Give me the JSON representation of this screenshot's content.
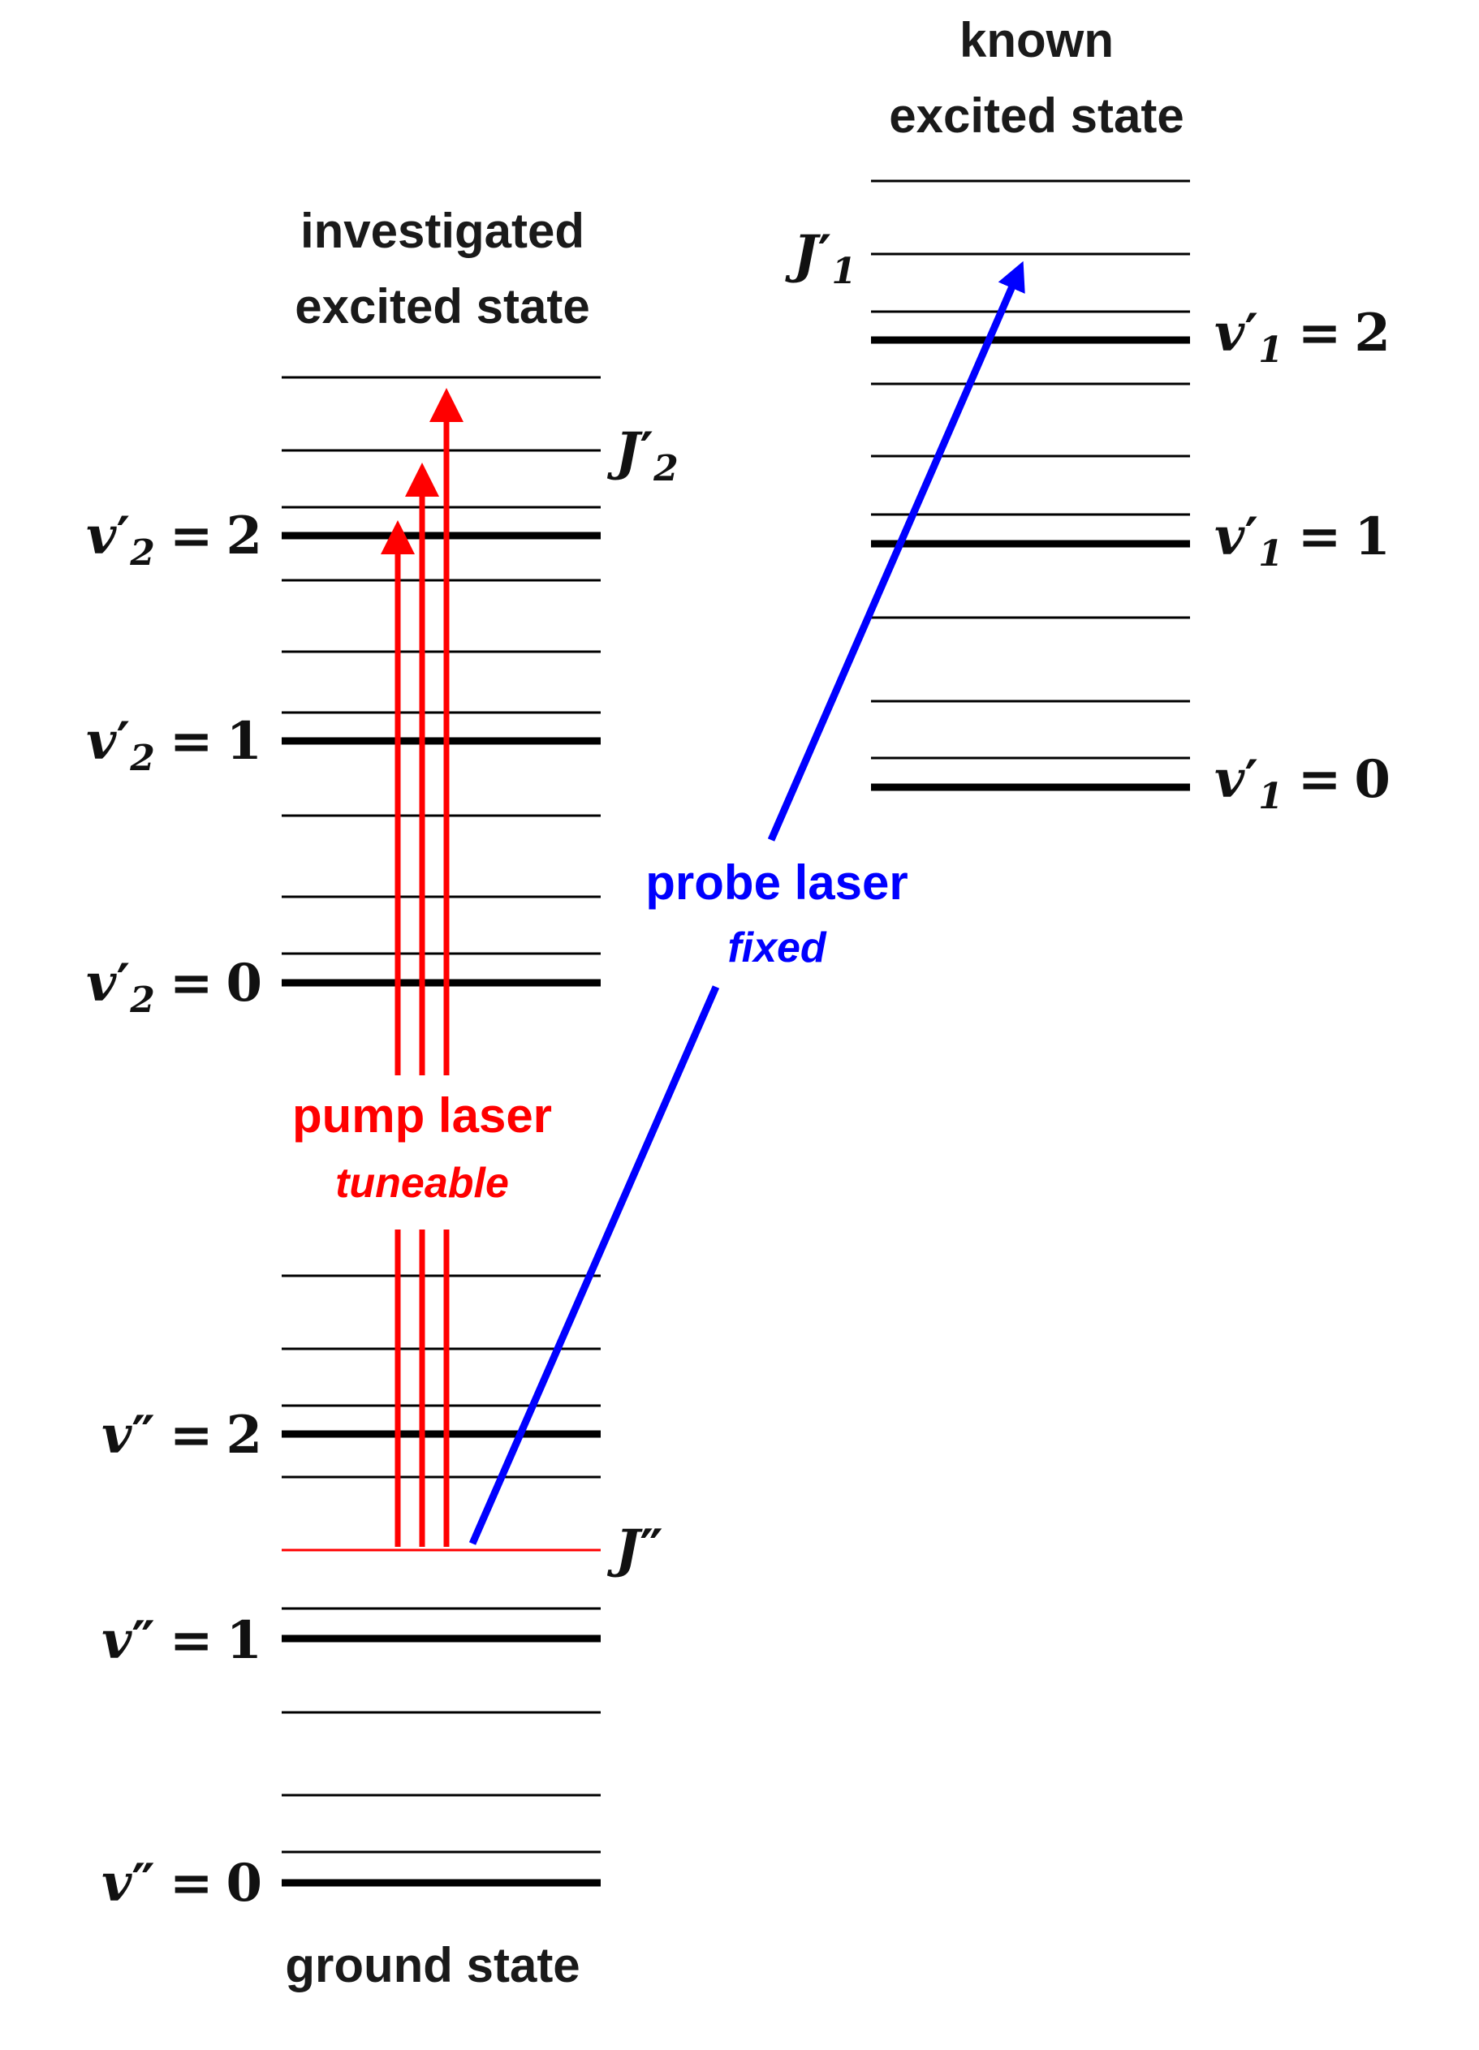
{
  "colors": {
    "pump": "#ff0000",
    "probe": "#0000ff",
    "levels": "#000000"
  },
  "headings": {
    "investigated": [
      "investigated",
      "excited state"
    ],
    "known": [
      "known",
      "excited state"
    ],
    "ground": "ground state"
  },
  "pump": {
    "name": "pump laser",
    "mode": "tuneable"
  },
  "probe": {
    "name": "probe laser",
    "mode": "fixed"
  },
  "labels": {
    "v": "v",
    "J": "J",
    "prime": "′",
    "double_prime": "″",
    "equals": "=",
    "sub1": "1",
    "sub2": "2",
    "n0": "0",
    "n1": "1",
    "n2": "2"
  }
}
